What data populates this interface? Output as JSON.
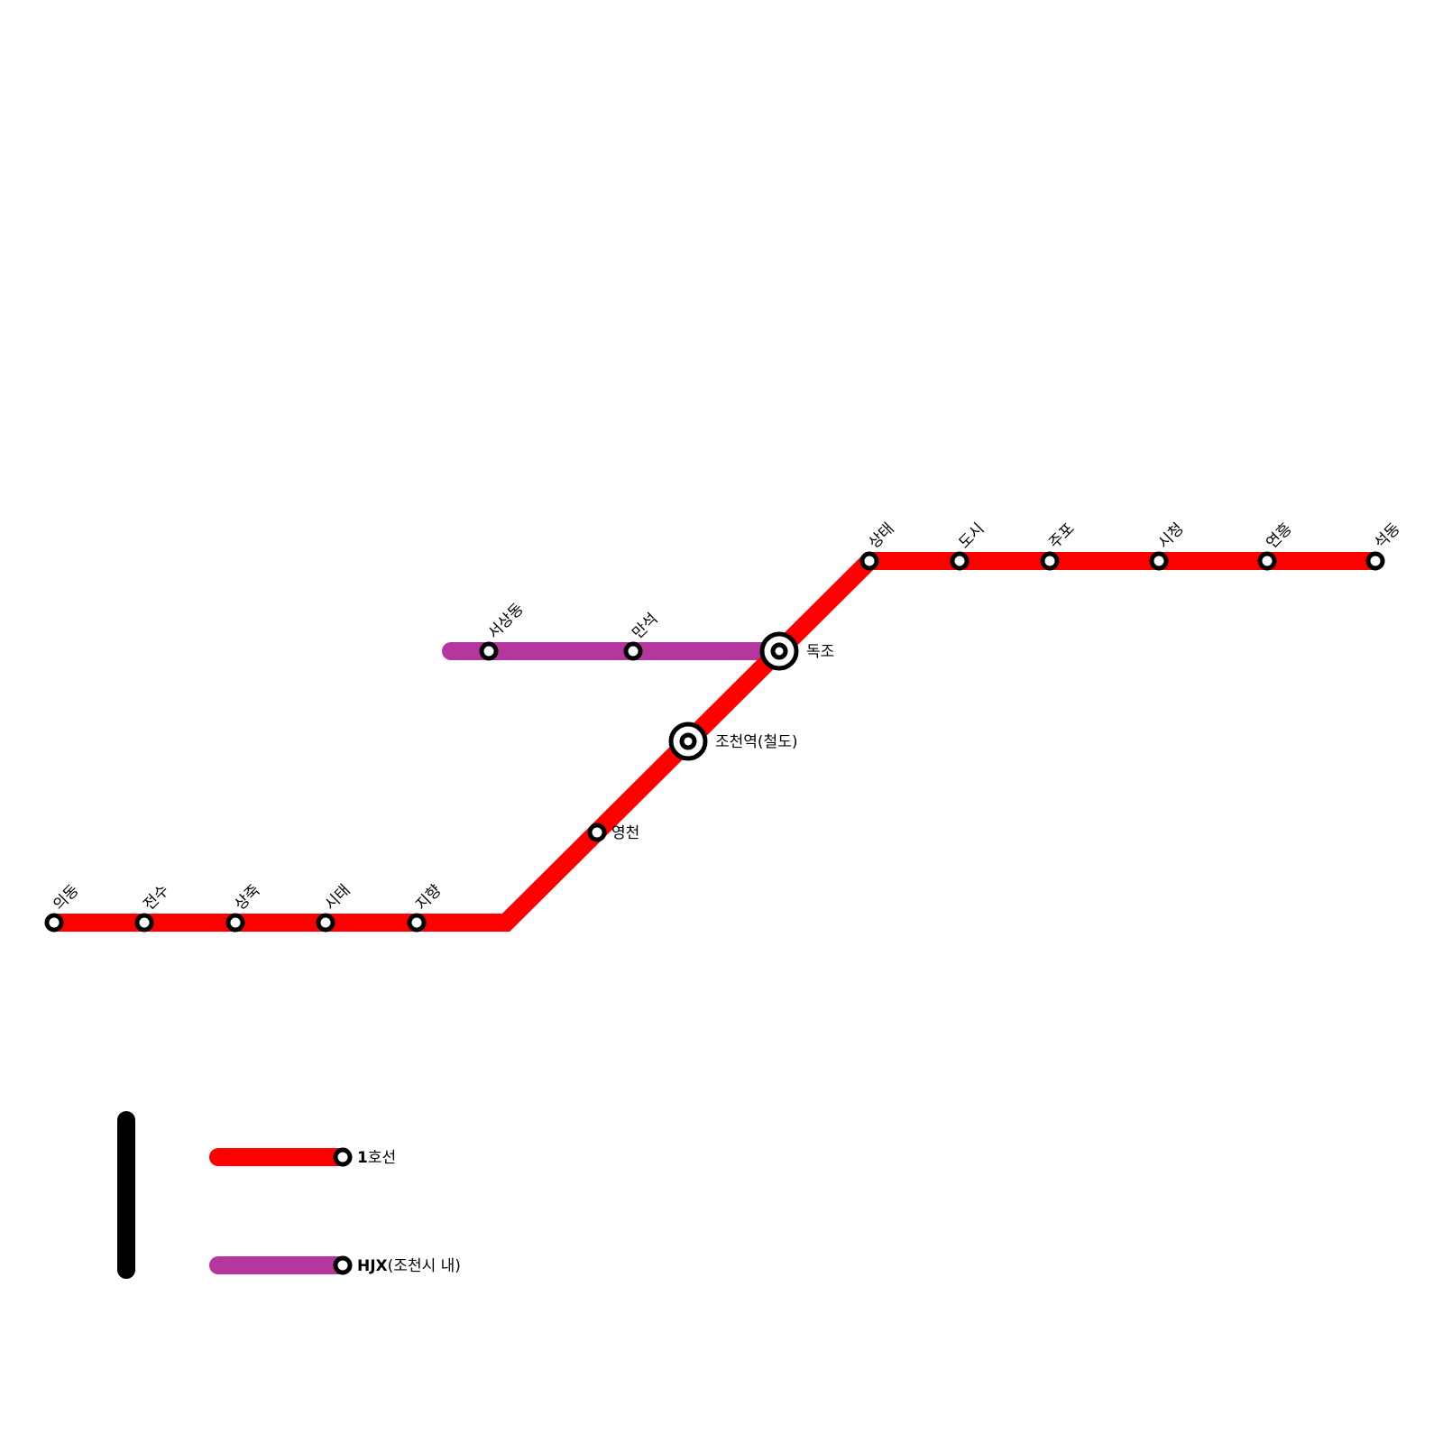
{
  "lines": [
    {
      "id": "line1",
      "name_bold": "1",
      "name_rest": "호선",
      "color": "#ff0000"
    },
    {
      "id": "hjx",
      "name_bold": "HJX",
      "name_rest": "(조천시 내)",
      "color": "#b5379e"
    }
  ],
  "stations": {
    "uidong": "의동",
    "jeonsu": "전수",
    "sangjuk": "상죽",
    "sitae": "시태",
    "jihyang": "지향",
    "yeongcheon": "영천",
    "jocheon_station": "조천역(철도)",
    "dokjo": "독조",
    "sangtae": "상태",
    "dosi": "도시",
    "jupo": "주포",
    "sicheong": "시청",
    "yeonheung": "연흥",
    "seokdong": "석동",
    "seosangdong": "서상동",
    "manseok": "만석"
  },
  "interchange_stations": [
    "dokjo",
    "jocheon_station"
  ],
  "legend_bar_color": "#000000"
}
